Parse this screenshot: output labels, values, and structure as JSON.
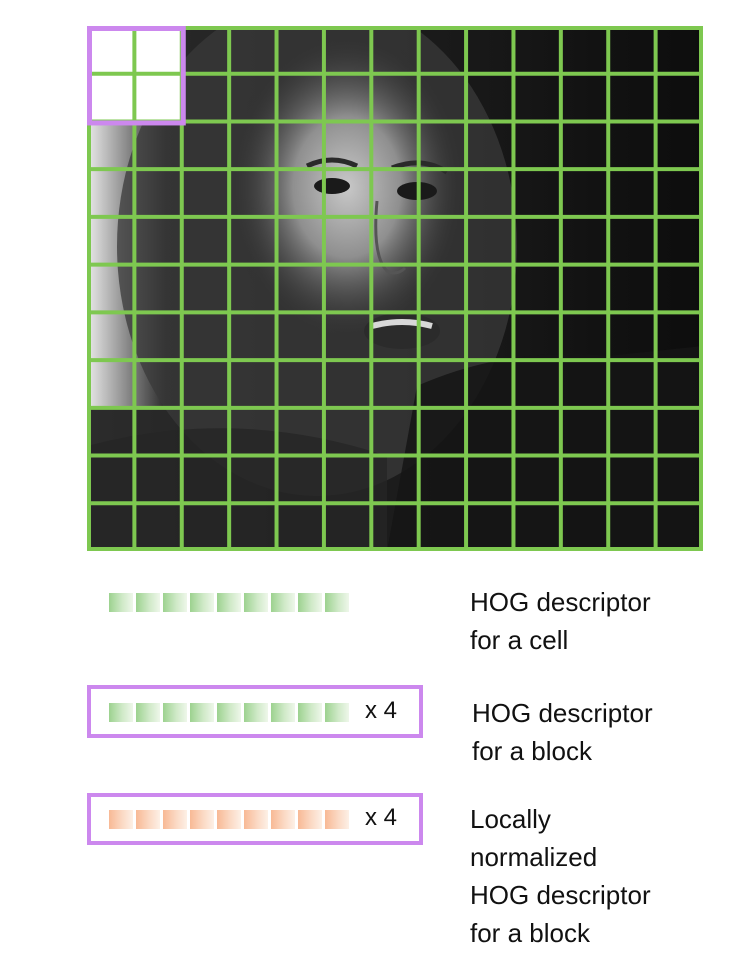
{
  "colors": {
    "grid_line": "#7ec850",
    "block_outline": "#cc88ee",
    "cell_bin_start": "#9cd28f",
    "normalized_bin_start": "#f8b995"
  },
  "grid": {
    "columns": 13,
    "rows": 11,
    "highlighted_block": "2x2 cells top-left"
  },
  "rows": [
    {
      "caption_lines": [
        "HOG descriptor",
        "for a cell"
      ],
      "multiplier": ""
    },
    {
      "caption_lines": [
        "HOG descriptor",
        "for a block"
      ],
      "multiplier": "x 4"
    },
    {
      "caption_lines": [
        "Locally",
        "normalized",
        "HOG descriptor",
        "for a block"
      ],
      "multiplier": "x 4"
    }
  ]
}
